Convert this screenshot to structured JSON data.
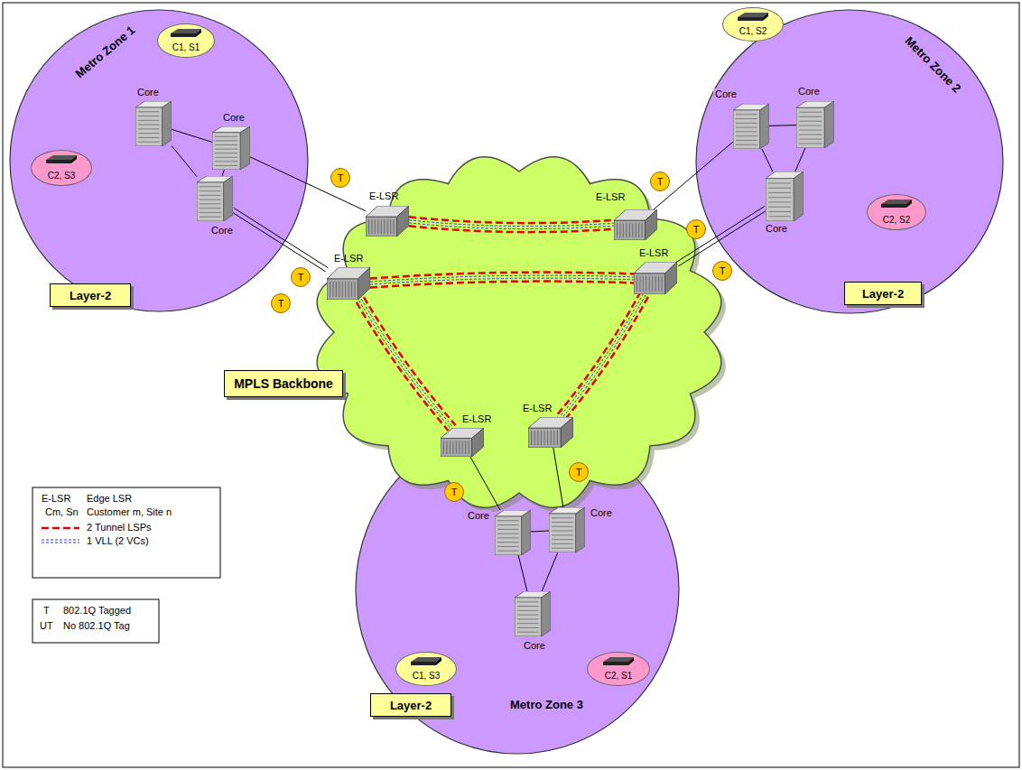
{
  "diagram": {
    "nodes": [
      {
        "text": [
          "Metro Zone 1"
        ]
      },
      {
        "text": [
          "C1, S1"
        ],
        "in": 0
      },
      {
        "text": [
          "Core"
        ],
        "in": 0
      },
      {
        "text": [
          "Core"
        ],
        "in": 0
      },
      {
        "text": [
          "C2, S3"
        ],
        "in": 0
      },
      {
        "text": [
          "Core"
        ],
        "in": 0
      },
      {
        "text": [
          "Layer-2"
        ],
        "in": 0
      },
      {
        "text": [
          "Metro Zone 2"
        ]
      },
      {
        "text": [
          "C1, S2"
        ],
        "in": 7
      },
      {
        "text": [
          "Core"
        ],
        "in": 7
      },
      {
        "text": [
          "Core"
        ],
        "in": 7
      },
      {
        "text": [
          "Core"
        ],
        "in": 7
      },
      {
        "text": [
          "C2, S2"
        ],
        "in": 7
      },
      {
        "text": [
          "Layer-2"
        ],
        "in": 7
      },
      {
        "text": [
          "E-LSR"
        ]
      },
      {
        "text": [
          "T"
        ]
      },
      {
        "text": [
          "E-LSR"
        ]
      },
      {
        "text": [
          "T"
        ]
      },
      {
        "text": [
          "T"
        ]
      },
      {
        "text": [
          "E-LSR"
        ]
      },
      {
        "text": [
          "T"
        ]
      },
      {
        "text": [
          "T"
        ]
      },
      {
        "text": [
          "E-LSR"
        ]
      },
      {
        "text": [
          "T"
        ]
      },
      {
        "text": [
          "MPLS Backbone"
        ]
      },
      {
        "text": [
          "E-LSR"
        ]
      },
      {
        "text": [
          "E-LSR"
        ]
      },
      {
        "text": [
          "T"
        ]
      },
      {
        "text": [
          "T"
        ]
      },
      {
        "text": [
          "Metro Zone 3"
        ]
      },
      {
        "text": [
          "Core"
        ],
        "in": 29
      },
      {
        "text": [
          "Core"
        ],
        "in": 29
      },
      {
        "text": [
          "Core"
        ],
        "in": 29
      },
      {
        "text": [
          "C1, S3"
        ],
        "in": 29
      },
      {
        "text": [
          "C2, S1"
        ],
        "in": 29
      },
      {
        "text": [
          "Layer-2"
        ],
        "in": 29
      }
    ],
    "edges": [
      {
        "from": 2,
        "to": 3,
        "arrow": "none"
      },
      {
        "from": 2,
        "to": 5,
        "arrow": "none"
      },
      {
        "from": 3,
        "to": 5,
        "arrow": "none"
      },
      {
        "from": 3,
        "to": 14,
        "arrow": "none"
      },
      {
        "from": 5,
        "to": 19,
        "arrow": "none"
      },
      {
        "from": 9,
        "to": 10,
        "arrow": "none"
      },
      {
        "from": 9,
        "to": 11,
        "arrow": "none"
      },
      {
        "from": 10,
        "to": 11,
        "arrow": "none"
      },
      {
        "from": 9,
        "to": 16,
        "arrow": "none"
      },
      {
        "from": 11,
        "to": 22,
        "arrow": "none"
      },
      {
        "from": 14,
        "to": 16,
        "arrow": "none"
      },
      {
        "from": 19,
        "to": 22,
        "arrow": "none"
      },
      {
        "from": 19,
        "to": 25,
        "arrow": "none"
      },
      {
        "from": 22,
        "to": 26,
        "arrow": "none"
      },
      {
        "from": 25,
        "to": 30,
        "arrow": "none"
      },
      {
        "from": 26,
        "to": 31,
        "arrow": "none"
      },
      {
        "from": 30,
        "to": 31,
        "arrow": "none"
      },
      {
        "from": 30,
        "to": 32,
        "arrow": "none"
      },
      {
        "from": 31,
        "to": 32,
        "arrow": "none"
      }
    ],
    "labels": [
      "E-LSR",
      "Cm, Sn",
      "T",
      "UT"
    ],
    "legend": [
      {
        "text": "Edge LSR"
      },
      {
        "text": "Customer m, Site n"
      },
      {
        "text": "2 Tunnel LSPs"
      },
      {
        "text": "1 VLL (2 VCs)"
      },
      {
        "text": "802.1Q Tagged"
      },
      {
        "text": "No 802.1Q Tag"
      }
    ]
  }
}
